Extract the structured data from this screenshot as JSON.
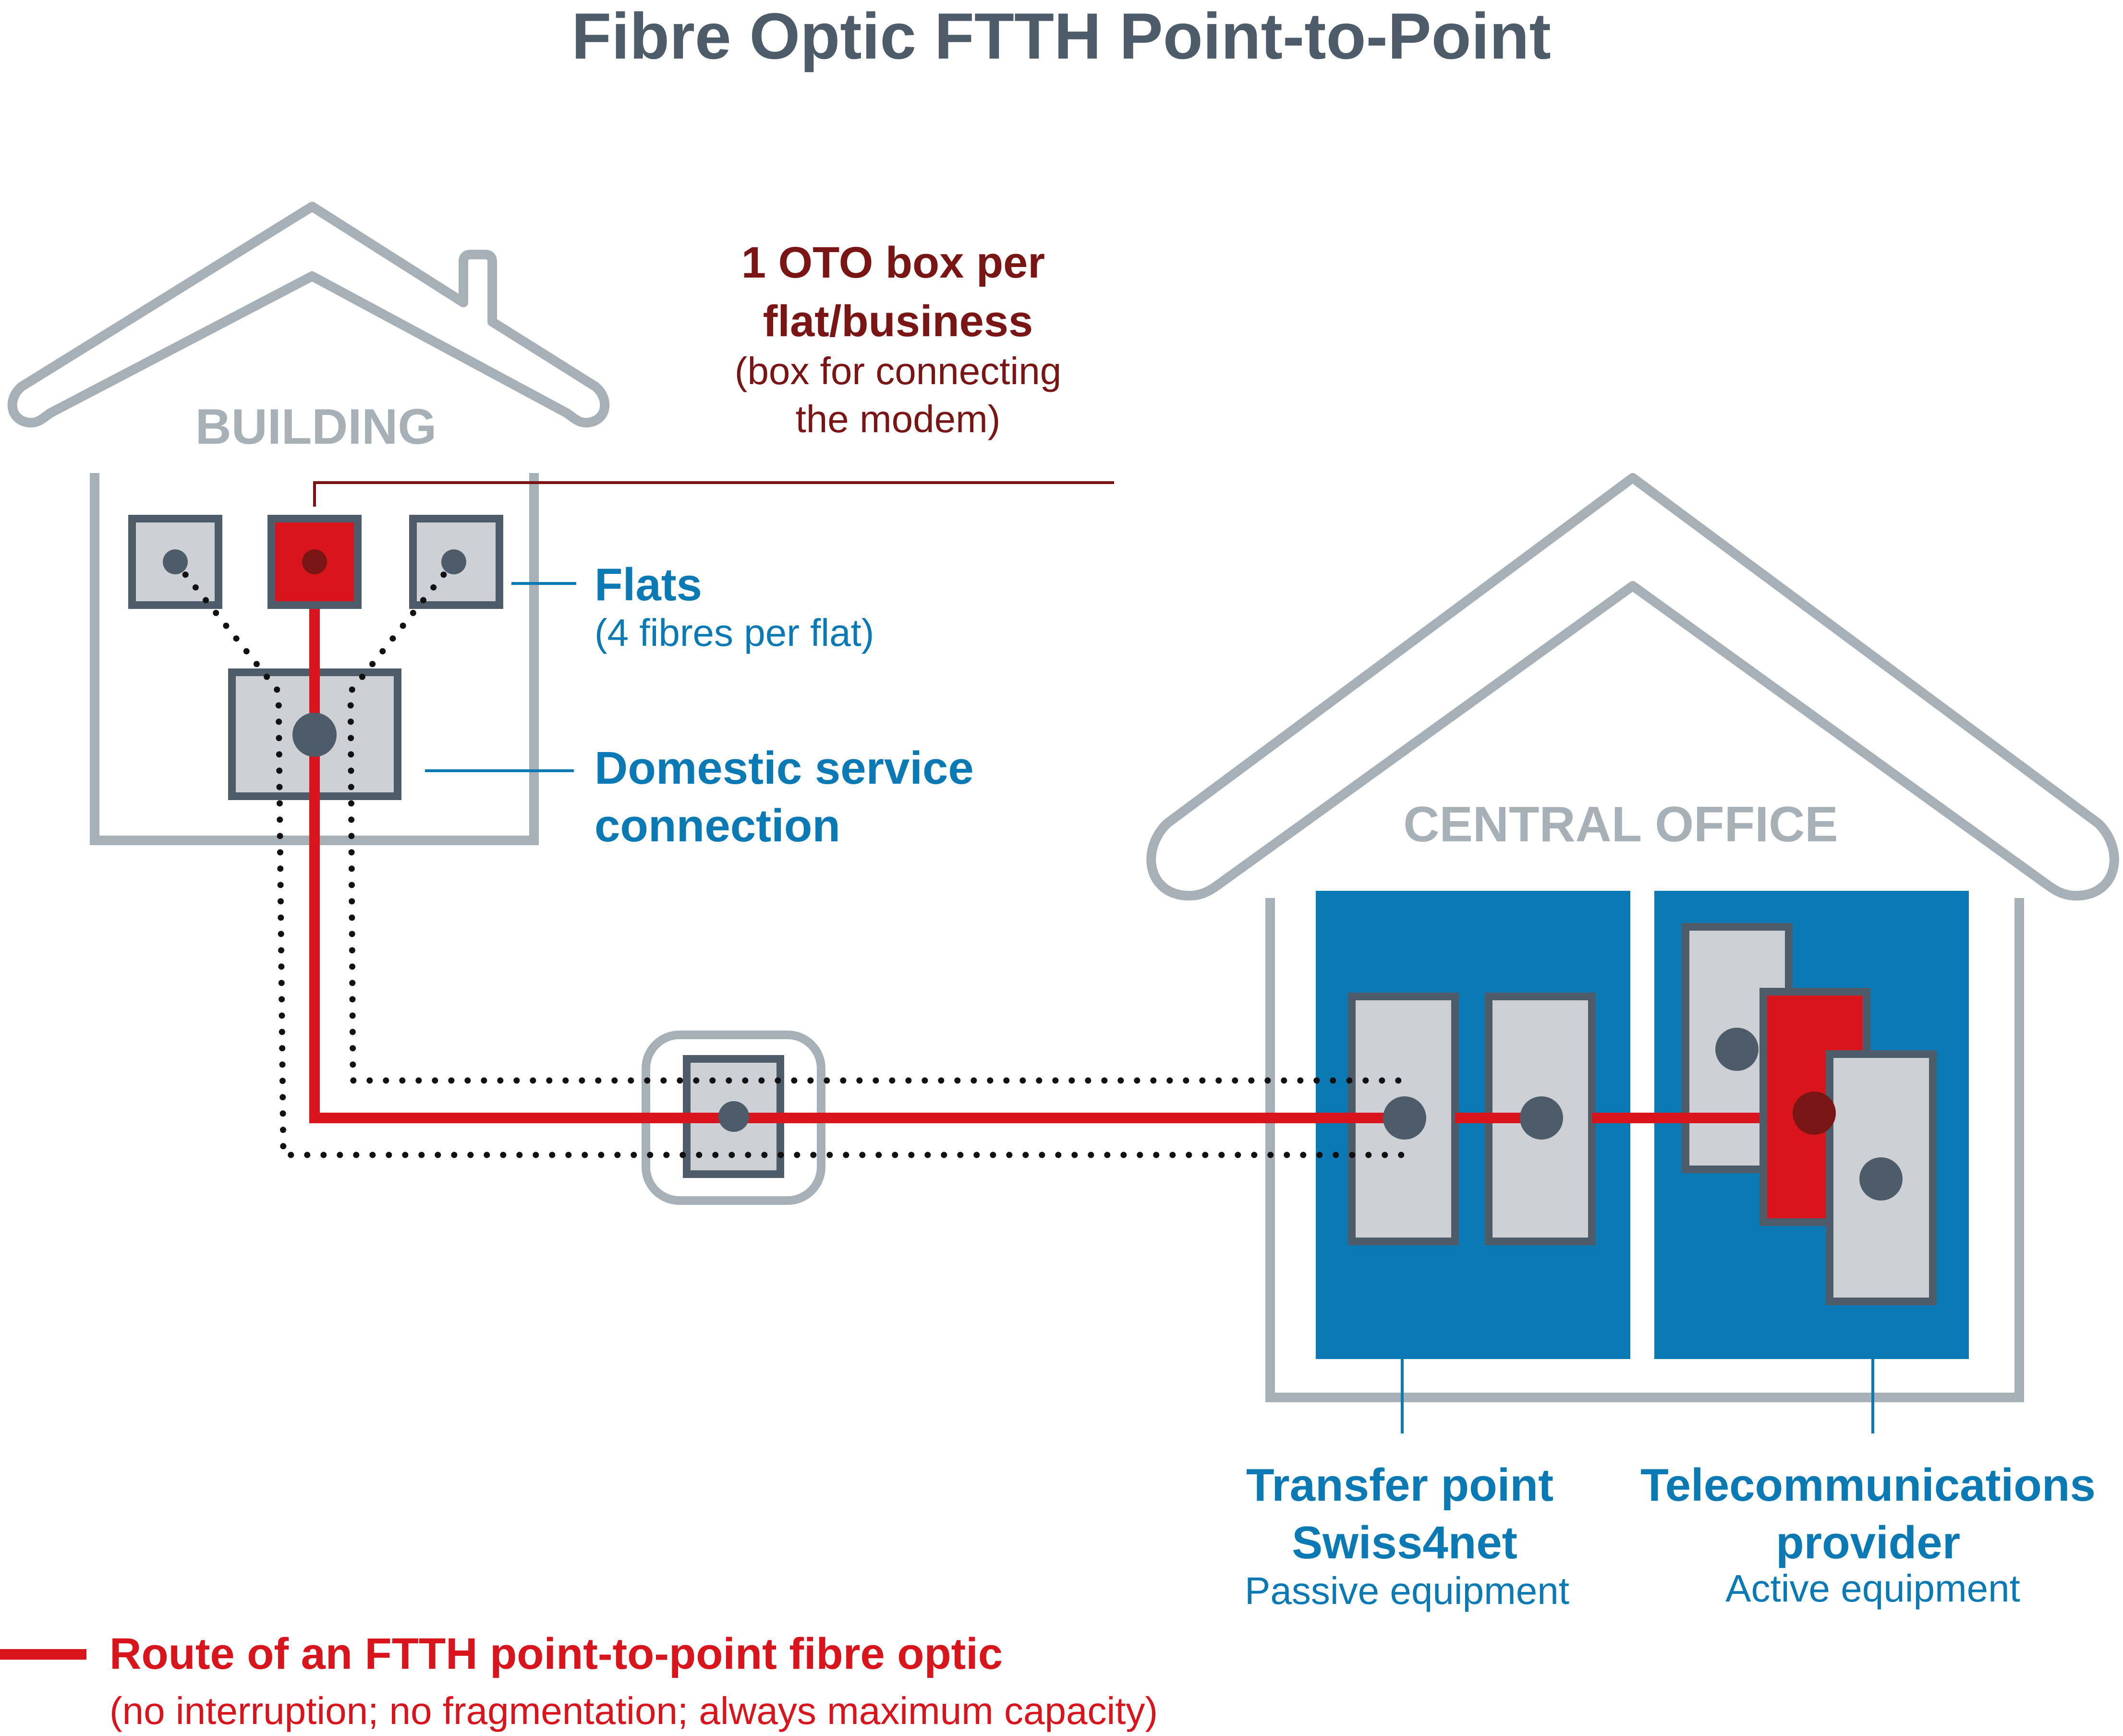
{
  "title": "Fibre Optic FTTH Point-to-Point",
  "building": {
    "label": "BUILDING"
  },
  "central_office": {
    "label": "CENTRAL OFFICE"
  },
  "oto": {
    "line1": "1 OTO box per",
    "line2": "flat/business",
    "note1": "(box for connecting",
    "note2": "the modem)"
  },
  "flats": {
    "label": "Flats",
    "note": "(4 fibres per flat)"
  },
  "domestic": {
    "line1": "Domestic service",
    "line2": "connection"
  },
  "transfer": {
    "line1": "Transfer point",
    "line2": "Swiss4net",
    "note": "Passive equipment"
  },
  "provider": {
    "line1": "Telecommunications",
    "line2": "provider",
    "note": "Active equipment"
  },
  "legend": {
    "title": "Route of an FTTH point-to-point fibre optic",
    "note": "(no interruption; no fragmentation; always maximum capacity)"
  },
  "colors": {
    "red": "#d8141d",
    "dark_red": "#7a1515",
    "blue": "#0b79b3",
    "gray_outline": "#a8b0b7",
    "box_fill": "#cdd1d5",
    "box_stroke": "#4d5c68",
    "title": "#4d5c68"
  }
}
